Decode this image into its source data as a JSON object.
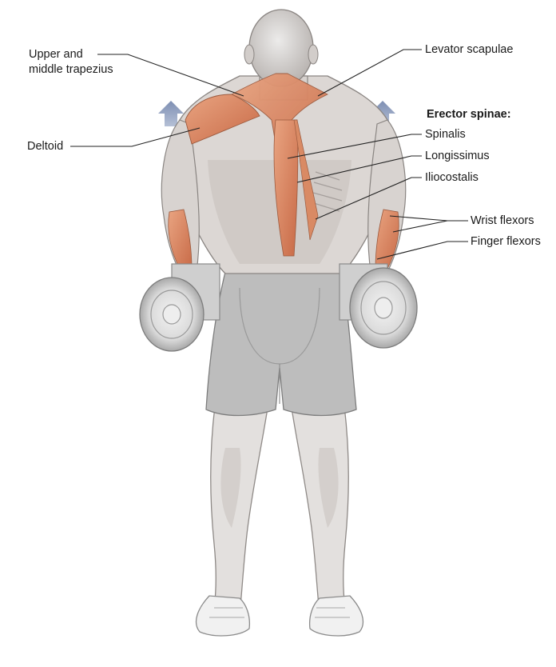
{
  "labels": {
    "upper_trapezius_line1": "Upper and",
    "upper_trapezius_line2": "middle trapezius",
    "deltoid": "Deltoid",
    "levator_scapulae": "Levator scapulae",
    "erector_spinae_heading": "Erector spinae:",
    "spinalis": "Spinalis",
    "longissimus": "Longissimus",
    "iliocostalis": "Iliocostalis",
    "wrist_flexors": "Wrist flexors",
    "finger_flexors": "Finger flexors"
  },
  "colors": {
    "muscle_highlight": "#d9855f",
    "muscle_shade": "#c06a48",
    "body_skin": "#dedad8",
    "body_shade": "#bdb8b5",
    "shorts": "#bcbcbc",
    "dumbbell": "#d6d6d6",
    "arrow": "#8394b6",
    "leader_line": "#222222"
  },
  "icons": {
    "arrows": "up-arrow-icon"
  }
}
